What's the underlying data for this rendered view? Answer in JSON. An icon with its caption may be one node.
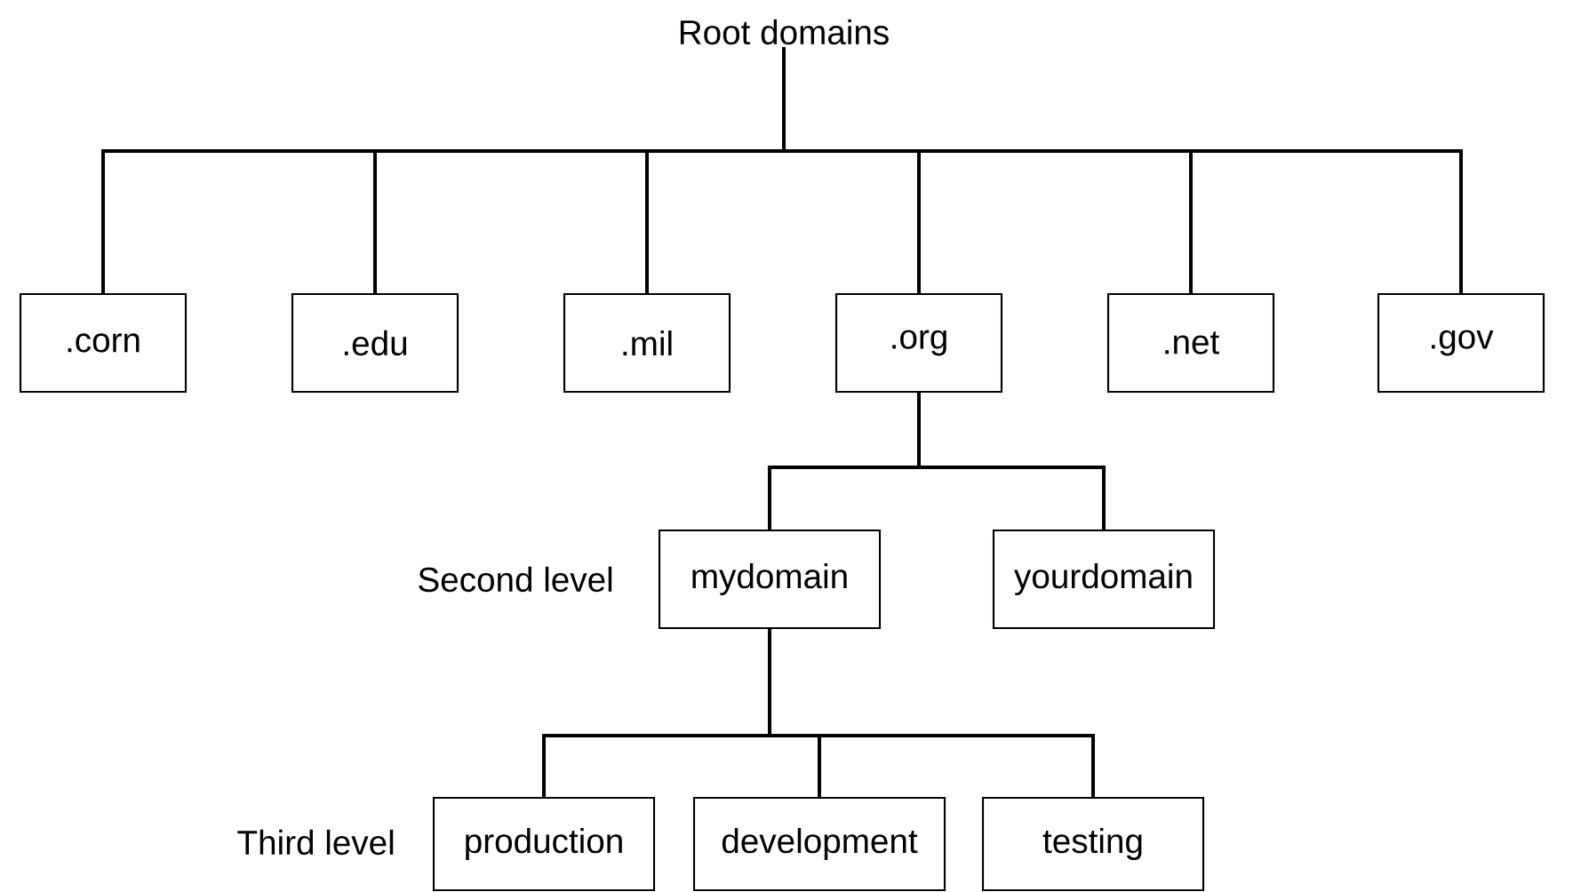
{
  "diagram": {
    "nodes": [
      {
        "text": [
          "Root domains"
        ]
      },
      {
        "text": [
          ".corn"
        ]
      },
      {
        "text": [
          ".edu"
        ]
      },
      {
        "text": [
          ".mil"
        ]
      },
      {
        "text": [
          ".org"
        ]
      },
      {
        "text": [
          ".net"
        ]
      },
      {
        "text": [
          ".gov"
        ]
      },
      {
        "text": [
          "mydomain"
        ]
      },
      {
        "text": [
          "yourdomain"
        ]
      },
      {
        "text": [
          "production"
        ]
      },
      {
        "text": [
          "development"
        ]
      },
      {
        "text": [
          "testing"
        ]
      }
    ],
    "edges": [
      {
        "from": 0,
        "to": 1,
        "arrow": "none"
      },
      {
        "from": 0,
        "to": 2,
        "arrow": "none"
      },
      {
        "from": 0,
        "to": 3,
        "arrow": "none"
      },
      {
        "from": 0,
        "to": 4,
        "arrow": "none"
      },
      {
        "from": 0,
        "to": 5,
        "arrow": "none"
      },
      {
        "from": 0,
        "to": 6,
        "arrow": "none"
      },
      {
        "from": 4,
        "to": 7,
        "arrow": "none"
      },
      {
        "from": 4,
        "to": 8,
        "arrow": "none"
      },
      {
        "from": 7,
        "to": 9,
        "arrow": "none"
      },
      {
        "from": 7,
        "to": 10,
        "arrow": "none"
      },
      {
        "from": 7,
        "to": 11,
        "arrow": "none"
      }
    ],
    "labels": [
      "Second level",
      "Third level"
    ]
  }
}
